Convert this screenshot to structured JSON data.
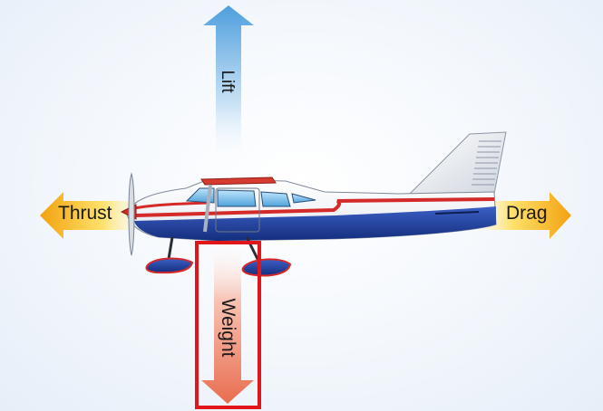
{
  "forces": {
    "lift": "Lift",
    "weight": "Weight",
    "thrust": "Thrust",
    "drag": "Drag"
  },
  "colors": {
    "lift_arrow": "#5aa6e0",
    "weight_arrow": "#ec7e63",
    "thrust_drag_arrow": "#f3b21a",
    "highlight_box": "#e0161b",
    "fuselage_blue": "#1f3f9a",
    "stripe_red": "#d42a2a"
  }
}
